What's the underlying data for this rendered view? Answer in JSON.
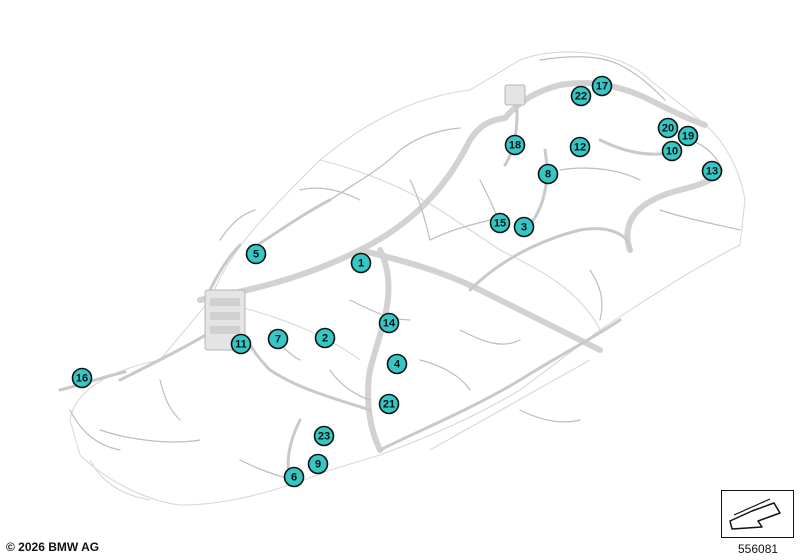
{
  "diagram": {
    "callouts": [
      "1",
      "2",
      "3",
      "4",
      "5",
      "6",
      "7",
      "8",
      "9",
      "10",
      "11",
      "12",
      "13",
      "14",
      "15",
      "16",
      "17",
      "18",
      "19",
      "20",
      "21",
      "22",
      "23"
    ],
    "callout_color": "#35c6c6"
  },
  "footer": {
    "copyright": "© 2026 BMW AG",
    "reference_number": "556081"
  }
}
